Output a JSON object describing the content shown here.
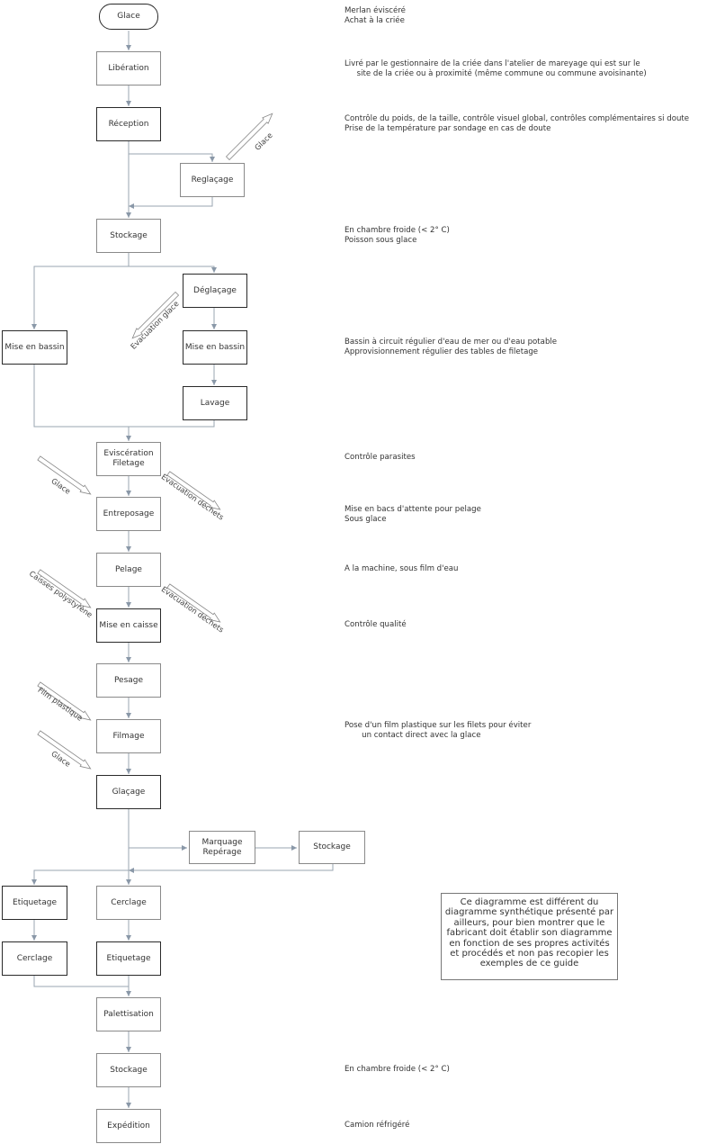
{
  "steps": {
    "glace": "Glace",
    "liberation": "Libération",
    "reception": "Réception",
    "reglacage": "Reglaçage",
    "stockage1": "Stockage",
    "deglacage": "Déglaçage",
    "mise_bassin_left": "Mise en bassin",
    "mise_bassin_right": "Mise en bassin",
    "lavage": "Lavage",
    "evisceration": "Eviscération\nFiletage",
    "entreposage": "Entreposage",
    "pelage": "Pelage",
    "mise_caisse": "Mise en caisse",
    "pesage": "Pesage",
    "filmage": "Filmage",
    "glacage": "Glaçage",
    "marquage": "Marquage\nRepérage",
    "stockage2": "Stockage",
    "etiquetage_left": "Etiquetage",
    "cerclage_center": "Cerclage",
    "cerclage_left": "Cerclage",
    "etiquetage_center": "Etiquetage",
    "palettisation": "Palettisation",
    "stockage3": "Stockage",
    "expedition": "Expédition"
  },
  "inputs": {
    "glace_reglacage": "Glace",
    "evacuation_glace": "Evacuation glace",
    "glace_eviscer": "Glace",
    "evacuation_dechets_1": "Evacuation déchets",
    "caisses": "Caisses polystyrène",
    "evacuation_dechets_2": "Evacuation déchets",
    "film": "Film plastique",
    "glace_filmage": "Glace"
  },
  "notes": {
    "n1": [
      "Merlan éviscéré",
      "Achat à la criée"
    ],
    "n2": [
      "Livré par le gestionnaire de la criée dans l'atelier de mareyage qui est sur le",
      "     site de la criée ou à proximité (même commune ou commune avoisinante)"
    ],
    "n3": [
      "Contrôle du poids, de la taille, contrôle visuel global, contrôles complémentaires si doute",
      "Prise de la température par sondage en cas de doute"
    ],
    "n4": [
      "En chambre froide (< 2° C)",
      "Poisson sous glace"
    ],
    "n5": [
      "Bassin à circuit régulier d'eau de mer ou d'eau potable",
      "Approvisionnement régulier des tables de filetage"
    ],
    "n6": [
      "Contrôle parasites"
    ],
    "n7": [
      "Mise en bacs d'attente pour pelage",
      "Sous glace"
    ],
    "n8": [
      "A la machine, sous film d'eau"
    ],
    "n9": [
      "Contrôle qualité"
    ],
    "n10": [
      "Pose d'un film plastique sur les filets pour éviter",
      "       un contact direct avec la glace"
    ],
    "n11": [
      "En chambre froide (< 2° C)"
    ],
    "n12": [
      "Camion réfrigéré"
    ]
  },
  "callout": "Ce diagramme est différent du diagramme synthétique présenté par ailleurs, pour bien montrer que le fabricant doit établir son diagramme en fonction de ses propres activités et procédés et non pas recopier les exemples de ce guide"
}
